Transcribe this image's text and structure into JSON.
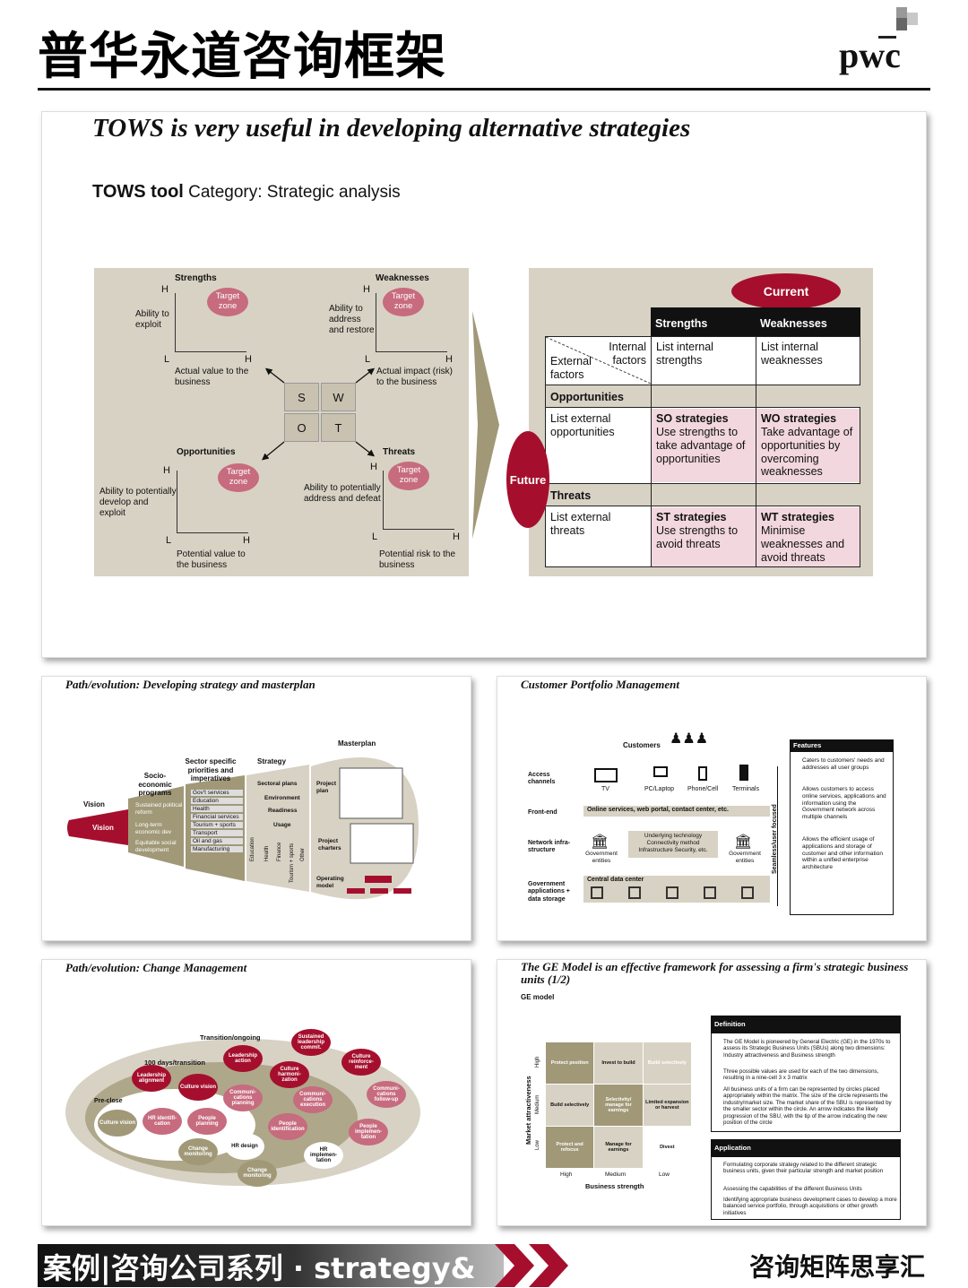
{
  "header": {
    "title": "普华永道咨询框架",
    "logo": "pwc"
  },
  "main": {
    "title": "TOWS is very useful in developing alternative strategies",
    "tool_name": "TOWS tool",
    "tool_category": "Category: Strategic analysis",
    "quad": {
      "strengths": {
        "title": "Strengths",
        "y": "Ability to exploit",
        "x": "Actual value to the business",
        "zone": "Target zone"
      },
      "weaknesses": {
        "title": "Weaknesses",
        "y": "Ability to address and restore",
        "x": "Actual impact (risk) to the business",
        "zone": "Target zone"
      },
      "opportunities": {
        "title": "Opportunities",
        "y": "Ability to potentially develop and exploit",
        "x": "Potential value to the business",
        "zone": "Target zone"
      },
      "threats": {
        "title": "Threats",
        "y": "Ability to potentially address and defeat",
        "x": "Potential risk to the business",
        "zone": "Target zone"
      },
      "H": "H",
      "L": "L",
      "swot": [
        "S",
        "W",
        "O",
        "T"
      ]
    },
    "matrix": {
      "current": "Current",
      "future": "Future",
      "strengths": "Strengths",
      "weaknesses": "Weaknesses",
      "internal": "Internal factors",
      "external": "External factors",
      "list_strengths": "List internal strengths",
      "list_weaknesses": "List internal weaknesses",
      "opportunities": "Opportunities",
      "threats": "Threats",
      "list_opps": "List external opportunities",
      "list_threats": "List external threats",
      "so_title": "SO strategies",
      "so_text": "Use strengths to take advantage of opportunities",
      "wo_title": "WO strategies",
      "wo_text": "Take advantage of opportunities by overcoming weaknesses",
      "st_title": "ST strategies",
      "st_text": "Use strengths to avoid threats",
      "wt_title": "WT strategies",
      "wt_text": "Minimise weaknesses and avoid threats"
    }
  },
  "p2": {
    "title": "Path/evolution: Developing strategy and masterplan",
    "vision": "Vision",
    "col1": "Socio-economic programs",
    "col2": "Sector specific priorities and imperatives",
    "col3": "Strategy",
    "col4": "Masterplan",
    "programs": [
      "Sustained political reform",
      "Long-term economic dev",
      "Equitable social development"
    ],
    "sectors": [
      "Gov't services",
      "Education",
      "Health",
      "Financial services",
      "Tourism + sports",
      "Transport",
      "Oil and gas",
      "Manufacturing"
    ],
    "strategy": [
      "Sectoral plans",
      "Environment",
      "Readiness",
      "Usage"
    ],
    "strategy_cols": [
      "Education",
      "Health",
      "Finance",
      "Tourism + sports",
      "Other"
    ],
    "master": [
      "Project plan",
      "Project charters",
      "Operating model"
    ]
  },
  "p3": {
    "title": "Customer Portfolio Management",
    "customers": "Customers",
    "rows": [
      "Access channels",
      "Front-end",
      "Network infra-structure",
      "Government applications + data storage"
    ],
    "channels": [
      "TV",
      "PC/Laptop",
      "Phone/Cell",
      "Terminals"
    ],
    "frontend": "Online services, web portal, contact center, etc.",
    "tech": "Underlying technology Connectivity method Infrastructure Security, etc.",
    "gov": "Government entities",
    "dc": "Central data center",
    "vertical": "Seamless/user focused",
    "features_title": "Features",
    "features": [
      "Caters to customers' needs and addresses all user groups",
      "Allows customers to access online services, applications and information using the Government network across multiple channels",
      "Allows the efficient usage of applications and storage of customer and other information within a unified enterprise architecture"
    ]
  },
  "p4": {
    "title": "Path/evolution: Change Management",
    "rings": [
      "Transition/ongoing",
      "100 days/transition",
      "Pre-close"
    ],
    "bubbles": [
      "Sustained leadership commit.",
      "Leadership action",
      "Culture reinforce-ment",
      "Leadership alignment",
      "Culture vision",
      "Culture harmoni-zation",
      "Communi-cations planning",
      "Communi-cations execution",
      "Communi-cations follow-up",
      "Culture vision",
      "HR identifi-cation",
      "People planning",
      "People identification",
      "People implemen-tation",
      "Change monitoring",
      "HR design",
      "HR implemen-tation",
      "Change monitoring"
    ]
  },
  "p5": {
    "title": "The GE Model is an effective framework for assessing a firm's strategic business units (1/2)",
    "sub": "GE model",
    "yaxis": "Market attractiveness",
    "xaxis": "Business strength",
    "levels": [
      "High",
      "Medium",
      "Low"
    ],
    "cells": [
      "Protect position",
      "Invest to build",
      "Build selectively",
      "Build selectively",
      "Selectivity/ manage for earnings",
      "Limited expansion or harvest",
      "Protect and refocus",
      "Manage for earnings",
      "Divest"
    ],
    "def_title": "Definition",
    "def": [
      "The GE Model is pioneered by General Electric (GE) in the 1970s to assess its Strategic Business Units (SBUs) along two dimensions: Industry attractiveness and Business strength",
      "Three possible values are used for each of the two dimensions, resulting in a nine-cell 3 x 3 matrix",
      "All business units of a firm can be represented by circles placed appropriately within the matrix. The size of the circle represents the industry/market size. The market share of the SBU is represented by the smaller sector within the circle. An arrow indicates the likely progression of the SBU, with the tip of the arrow indicating the new position of the circle"
    ],
    "app_title": "Application",
    "app": [
      "Formulating corporate strategy related to the different strategic business units, given their particular strength and market position",
      "Assessing the capabilities of the different Business Units",
      "Identifying appropriate business development cases to develop a more balanced service portfolio, through acquisitions or other growth initiatives"
    ]
  },
  "footer": {
    "left": "案例|咨询公司系列 · strategy&",
    "right": "咨询矩阵思享汇"
  },
  "colors": {
    "tan": "#d8d2c4",
    "crimson": "#a50f2d",
    "pink": "#f2d7df",
    "olive": "#a09877",
    "rose": "#c76b7e"
  }
}
